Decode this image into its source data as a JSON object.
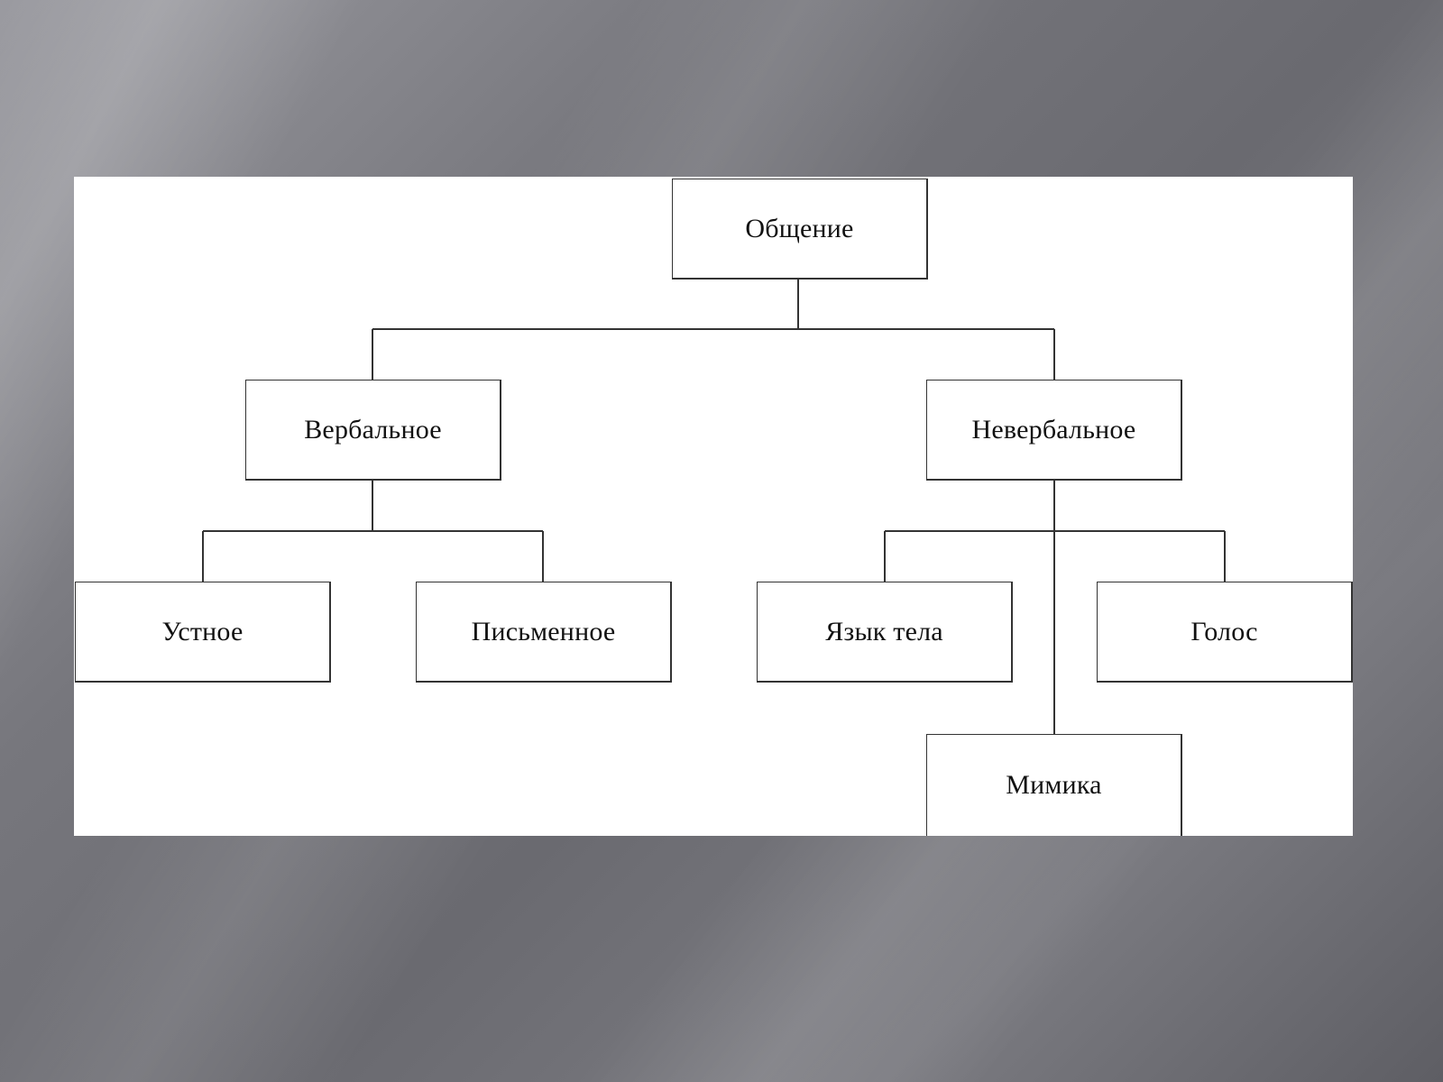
{
  "diagram": {
    "root": "Общение",
    "branches": [
      {
        "label": "Вербальное",
        "children": [
          "Устное",
          "Письменное"
        ]
      },
      {
        "label": "Невербальное",
        "children": [
          "Язык тела",
          "Голос",
          "Мимика"
        ]
      }
    ]
  },
  "colors": {
    "line": "#333333",
    "box_fill": "#ffffff"
  }
}
